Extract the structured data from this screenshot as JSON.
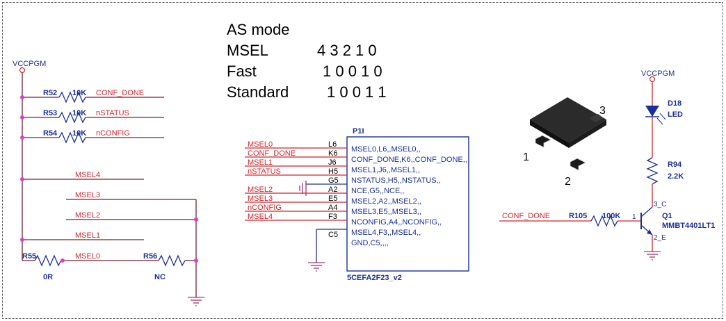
{
  "notes": {
    "lines": [
      {
        "label": "AS mode",
        "value": ""
      },
      {
        "label": "MSEL",
        "value": "4 3 2 1 0"
      },
      {
        "label": "Fast",
        "value": "1 0 0 1 0"
      },
      {
        "label": "Standard",
        "value": "1 0 0 1 1"
      }
    ]
  },
  "left": {
    "power": "VCCPGM",
    "pullups": [
      {
        "ref": "R52",
        "value": "10K",
        "net": "CONF_DONE"
      },
      {
        "ref": "R53",
        "value": "10K",
        "net": "nSTATUS"
      },
      {
        "ref": "R54",
        "value": "10K",
        "net": "nCONFIG"
      }
    ],
    "msel_nets": [
      "MSEL4",
      "MSEL3",
      "MSEL2",
      "MSEL1",
      "MSEL0"
    ],
    "r55": {
      "ref": "R55",
      "value": "0R"
    },
    "r56": {
      "ref": "R56",
      "value": "NC"
    }
  },
  "chip": {
    "ref": "P1I",
    "part": "5CEFA2F23_v2",
    "pins": [
      {
        "net": "MSEL0",
        "pin": "L6",
        "desc": "MSEL0,L6,,MSEL0,,"
      },
      {
        "net": "CONF_DONE",
        "pin": "K6",
        "desc": "CONF_DONE,K6,,CONF_DONE,,"
      },
      {
        "net": "MSEL1",
        "pin": "J6",
        "desc": "MSEL1,J6,,MSEL1,,"
      },
      {
        "net": "nSTATUS",
        "pin": "H5",
        "desc": "NSTATUS,H5,,NSTATUS,,"
      },
      {
        "net": "",
        "pin": "G5",
        "desc": "NCE,G5,,NCE,,"
      },
      {
        "net": "MSEL2",
        "pin": "A2",
        "desc": "MSEL2,A2,,MSEL2,,"
      },
      {
        "net": "MSEL3",
        "pin": "E5",
        "desc": "MSEL3,E5,,MSEL3,,"
      },
      {
        "net": "nCONFIG",
        "pin": "A4",
        "desc": "NCONFIG,A4,,NCONFIG,,"
      },
      {
        "net": "MSEL4",
        "pin": "F3",
        "desc": "MSEL4,F3,,MSEL4,,"
      },
      {
        "net": "",
        "pin": "C5",
        "desc": "GND,C5,,,,"
      }
    ]
  },
  "package": {
    "pin_labels": [
      "1",
      "2",
      "3"
    ]
  },
  "right": {
    "power": "VCCPGM",
    "d18": {
      "ref": "D18",
      "value": "LED"
    },
    "r94": {
      "ref": "R94",
      "value": "2.2K"
    },
    "r105": {
      "ref": "R105",
      "value": "100K",
      "net": "CONF_DONE"
    },
    "q1": {
      "ref": "Q1",
      "value": "MMBT4401LT1",
      "pin_base": "1",
      "pin_collector": "3_C",
      "pin_emitter": "2_E"
    }
  },
  "colors": {
    "wire": "#7a1f2b",
    "net_label": "#d8232a",
    "component": "#1b2f9a",
    "junction": "#e040c0"
  }
}
